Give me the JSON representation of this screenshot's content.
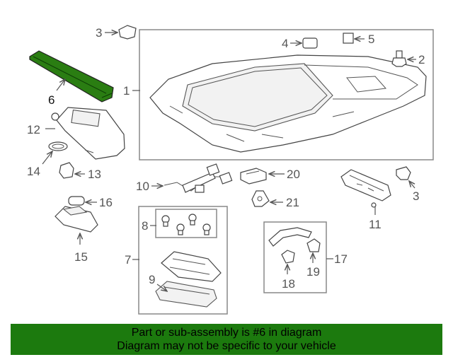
{
  "labels": {
    "p1": "1",
    "p2": "2",
    "p3a": "3",
    "p3b": "3",
    "p4": "4",
    "p5": "5",
    "p6": "6",
    "p7": "7",
    "p8": "8",
    "p9": "9",
    "p10": "10",
    "p11": "11",
    "p12": "12",
    "p13": "13",
    "p14": "14",
    "p15": "15",
    "p16": "16",
    "p17": "17",
    "p18": "18",
    "p19": "19",
    "p20": "20",
    "p21": "21"
  },
  "highlight": {
    "part": "6",
    "color": "#1c7a0e"
  },
  "banner": {
    "line1": "Part or sub-assembly is #6 in diagram",
    "line2": "Diagram may not be specific to your vehicle",
    "color": "#1c7a0e"
  }
}
